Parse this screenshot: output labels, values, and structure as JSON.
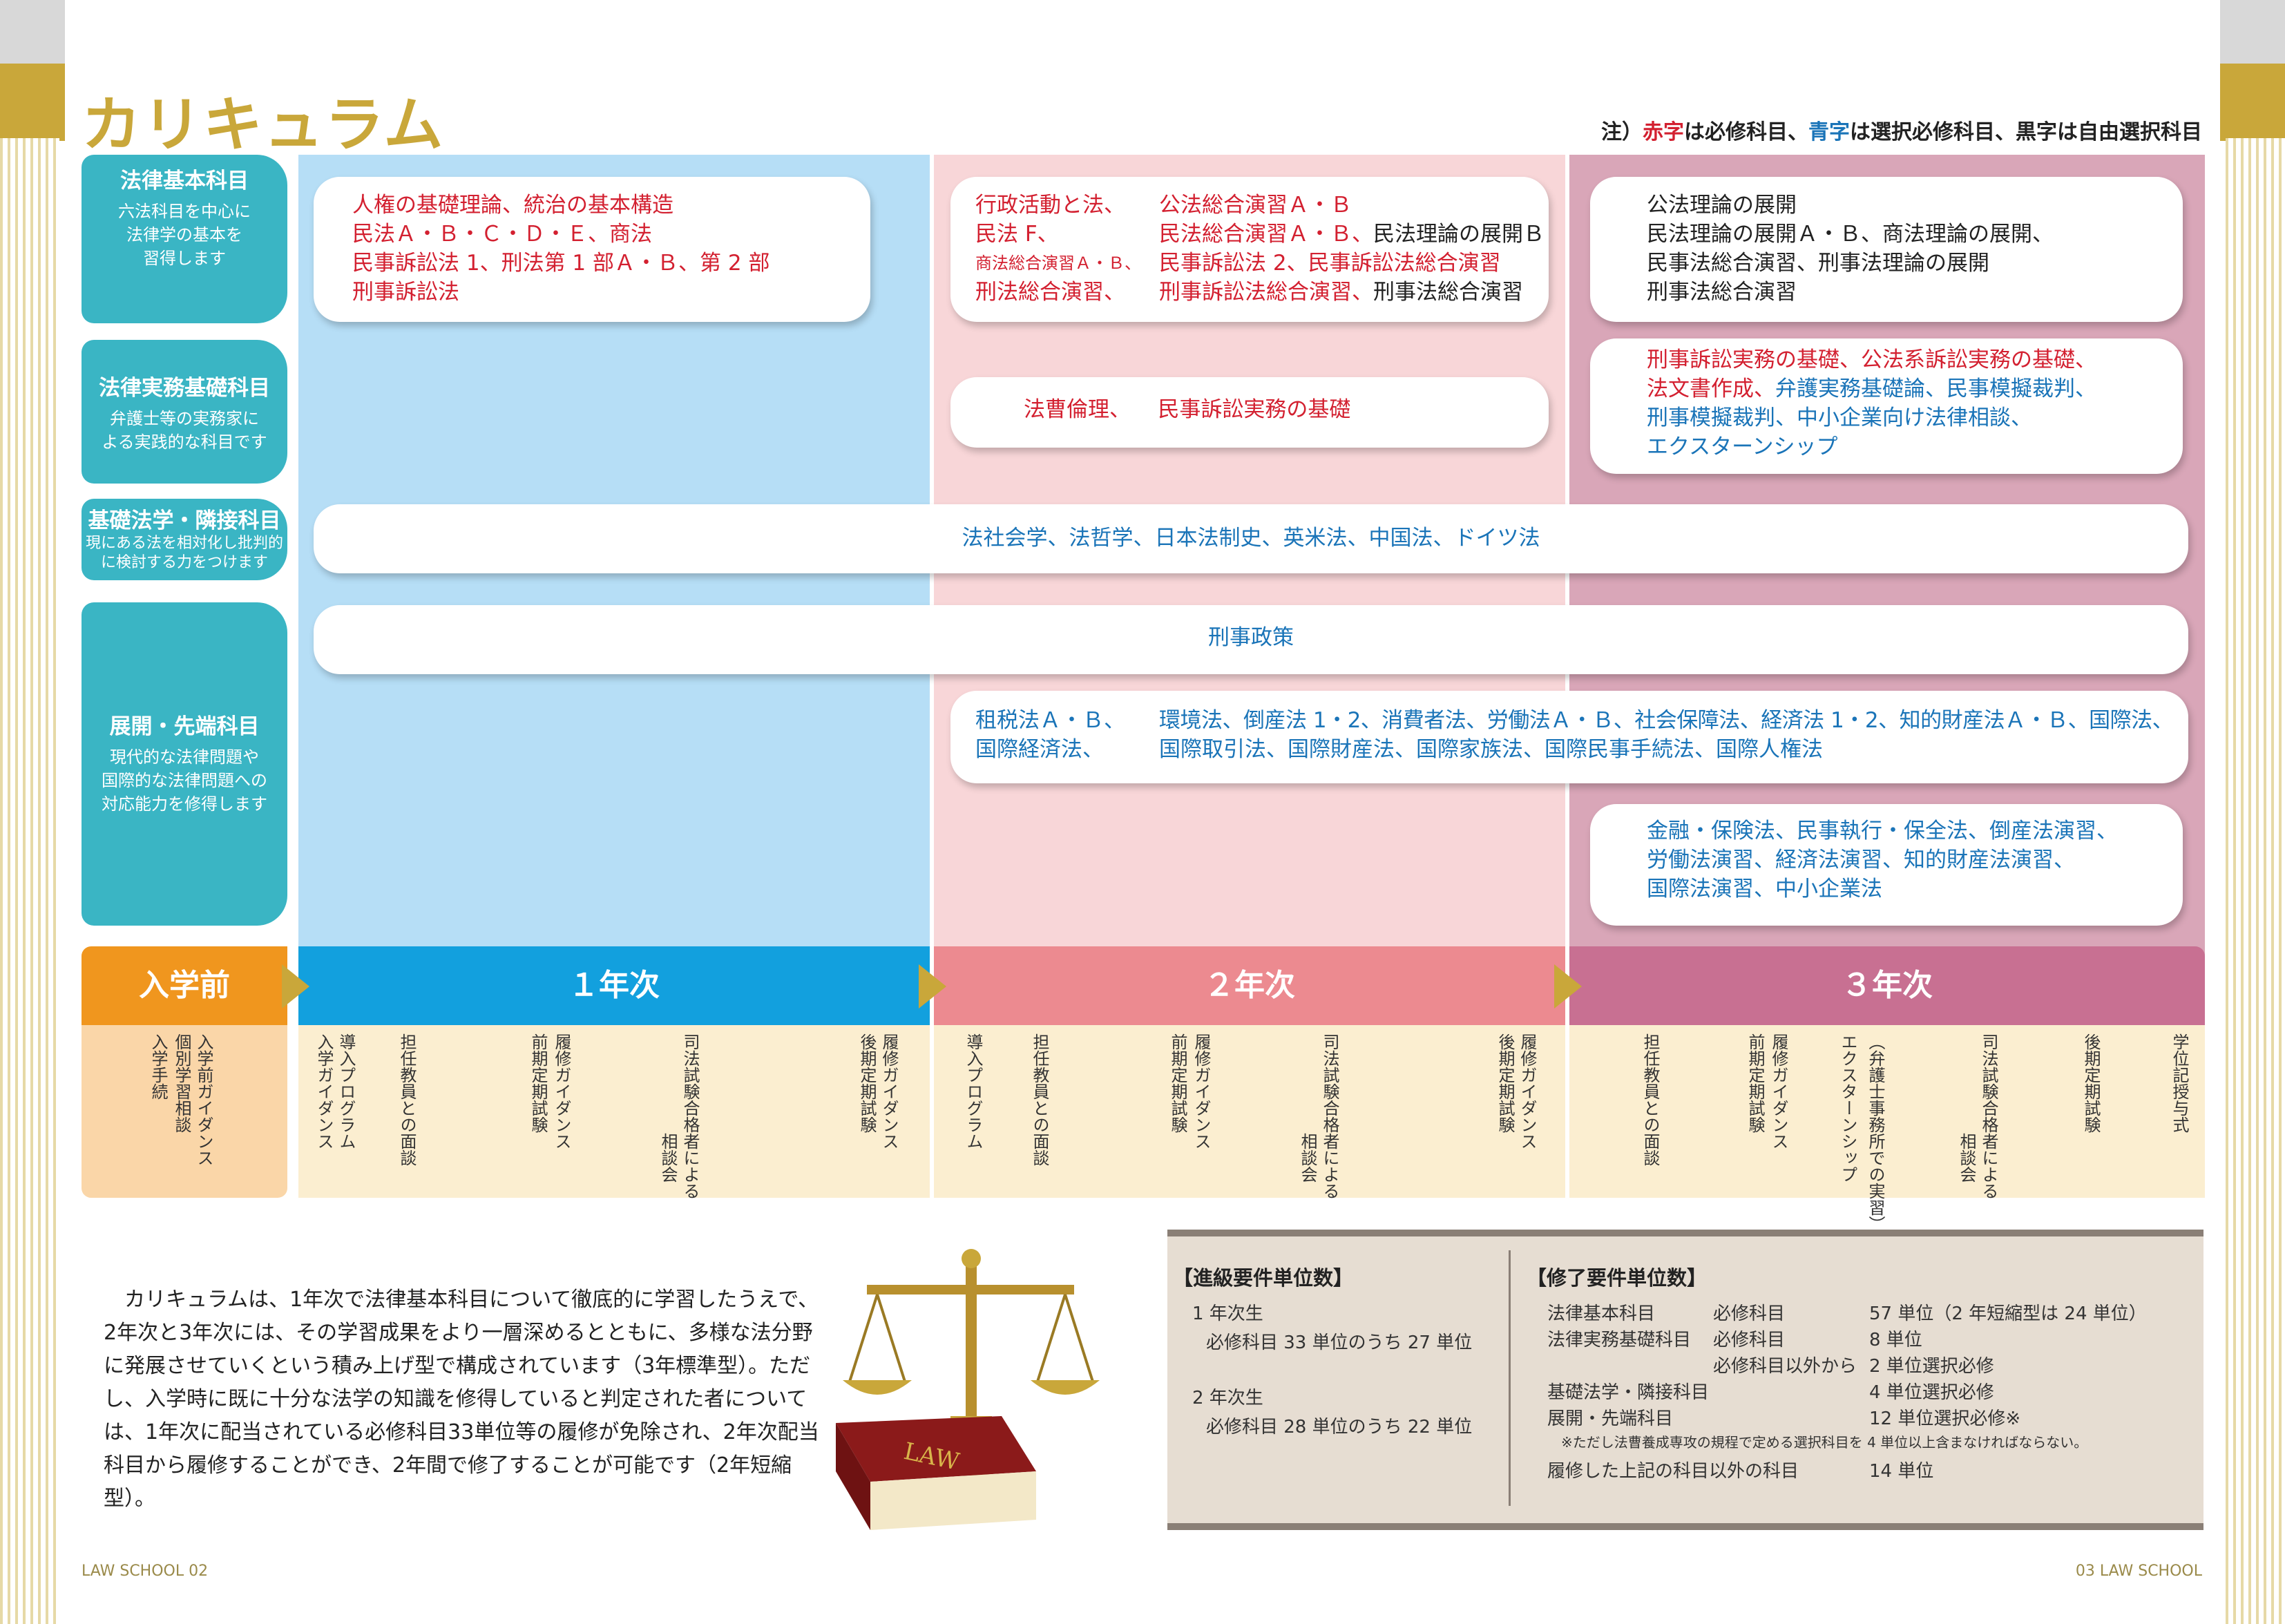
{
  "title": "カリキュラム",
  "note": {
    "prefix": "注）",
    "red": "赤字",
    "t1": "は必修科目、",
    "blue": "青字",
    "t2": "は選択必修科目、",
    "black": "黒字",
    "t3": "は自由選択科目"
  },
  "categories": [
    {
      "title": "法律基本科目",
      "desc": [
        "六法科目を中心に",
        "法律学の基本を",
        "習得します"
      ]
    },
    {
      "title": "法律実務基礎科目",
      "desc": [
        "弁護士等の実務家に",
        "よる実践的な科目です"
      ]
    },
    {
      "title": "基礎法学・隣接科目",
      "desc": [
        "現にある法を相対化し批判的",
        "に検討する力をつけます"
      ]
    },
    {
      "title": "展開・先端科目",
      "desc": [
        "現代的な法律問題や",
        "国際的な法律問題への",
        "対応能力を修得します"
      ]
    }
  ],
  "y1_basic": [
    "人権の基礎理論、統治の基本構造",
    "民法Ａ・Ｂ・Ｃ・Ｄ・Ｅ、商法",
    "民事訴訟法 1、刑法第 1 部Ａ・Ｂ、第 2 部",
    "刑事訴訟法"
  ],
  "y2_basic": {
    "left": [
      "行政活動と法、",
      "民法 F、",
      "商法総合演習Ａ・Ｂ、",
      "刑法総合演習、"
    ],
    "right_red": [
      "公法総合演習Ａ・Ｂ",
      "民法総合演習Ａ・Ｂ、",
      "民事訴訟法 2、民事訴訟法総合演習",
      "刑事訴訟法総合演習、"
    ],
    "right_black": [
      "",
      "民法理論の展開Ｂ",
      "",
      "刑事法総合演習"
    ]
  },
  "y3_basic": [
    "公法理論の展開",
    "民法理論の展開Ａ・Ｂ、商法理論の展開、",
    "民事法総合演習、刑事法理論の展開",
    "刑事法総合演習"
  ],
  "y2_practice": [
    "法曹倫理、",
    "民事訴訟実務の基礎"
  ],
  "y3_practice": {
    "l1_red": "刑事訴訟実務の基礎、公法系訴訟実務の基礎、",
    "l2_red": "法文書作成、",
    "l2_blue": "弁護実務基礎論、民事模擬裁判、",
    "l3_blue": "刑事模擬裁判、中小企業向け法律相談、",
    "l4_blue": "エクスターンシップ"
  },
  "basic_law": "法社会学、法哲学、日本法制史、英米法、中国法、ドイツ法",
  "criminal_policy": "刑事政策",
  "advanced": {
    "left": [
      "租税法Ａ・Ｂ、",
      "国際経済法、"
    ],
    "right": [
      "環境法、倒産法 1・2、消費者法、労働法Ａ・Ｂ、社会保障法、経済法 1・2、知的財産法Ａ・Ｂ、国際法、",
      "国際取引法、国際財産法、国際家族法、国際民事手続法、国際人権法"
    ]
  },
  "advanced_y3": [
    "金融・保険法、民事執行・保全法、倒産法演習、",
    "労働法演習、経済法演習、知的財産法演習、",
    "国際法演習、中小企業法"
  ],
  "years": {
    "pre": "入学前",
    "y1": "１年次",
    "y2": "２年次",
    "y3": "３年次"
  },
  "timeline": {
    "pre": [
      "入学前ガイダンス",
      "個別学習相談",
      "入学手続"
    ],
    "y1": [
      "導入プログラム",
      "入学ガイダンス",
      "担任教員との面談",
      "履修ガイダンス",
      "前期定期試験",
      "司法試験合格者による",
      "相談会",
      "履修ガイダンス",
      "後期定期試験"
    ],
    "y2": [
      "導入プログラム",
      "担任教員との面談",
      "履修ガイダンス",
      "前期定期試験",
      "司法試験合格者による",
      "相談会",
      "履修ガイダンス",
      "後期定期試験"
    ],
    "y3": [
      "担任教員との面談",
      "履修ガイダンス",
      "前期定期試験",
      "エクスターンシップ",
      "（弁護士事務所での実習）",
      "司法試験合格者による",
      "相談会",
      "後期定期試験",
      "学位記授与式"
    ]
  },
  "paragraph": "カリキュラムは、1年次で法律基本科目について徹底的に学習したうえで、2年次と3年次には、その学習成果をより一層深めるとともに、多様な法分野に発展させていくという積み上げ型で構成されています（3年標準型）。ただし、入学時に既に十分な法学の知識を修得していると判定された者については、1年次に配当されている必修科目33単位等の履修が免除され、2年次配当科目から履修することができ、2年間で修了することが可能です（2年短縮型）。",
  "book_label": "LAW",
  "promotion": {
    "heading": "【進級要件単位数】",
    "y1": "1 年次生",
    "y1v": "必修科目 33 単位のうち 27 単位",
    "y2": "2 年次生",
    "y2v": "必修科目 28 単位のうち 22 単位"
  },
  "completion": {
    "heading": "【修了要件単位数】",
    "rows": [
      {
        "a": "法律基本科目",
        "b": "必修科目",
        "c": "57 単位（2 年短縮型は 24 単位）"
      },
      {
        "a": "法律実務基礎科目",
        "b": "必修科目",
        "c": "8 単位"
      },
      {
        "a": "",
        "b": "必修科目以外から",
        "c": "2 単位選択必修"
      },
      {
        "a": "基礎法学・隣接科目",
        "b": "",
        "c": "4 単位選択必修"
      },
      {
        "a": "展開・先端科目",
        "b": "",
        "c": "12 単位選択必修※"
      }
    ],
    "footnote": "※ただし法曹養成専攻の規程で定める選択科目を 4 単位以上含まなければならない。",
    "last_a": "履修した上記の科目以外の科目",
    "last_c": "14 単位"
  },
  "footer": {
    "left": "LAW SCHOOL  02",
    "right": "03  LAW SCHOOL"
  }
}
